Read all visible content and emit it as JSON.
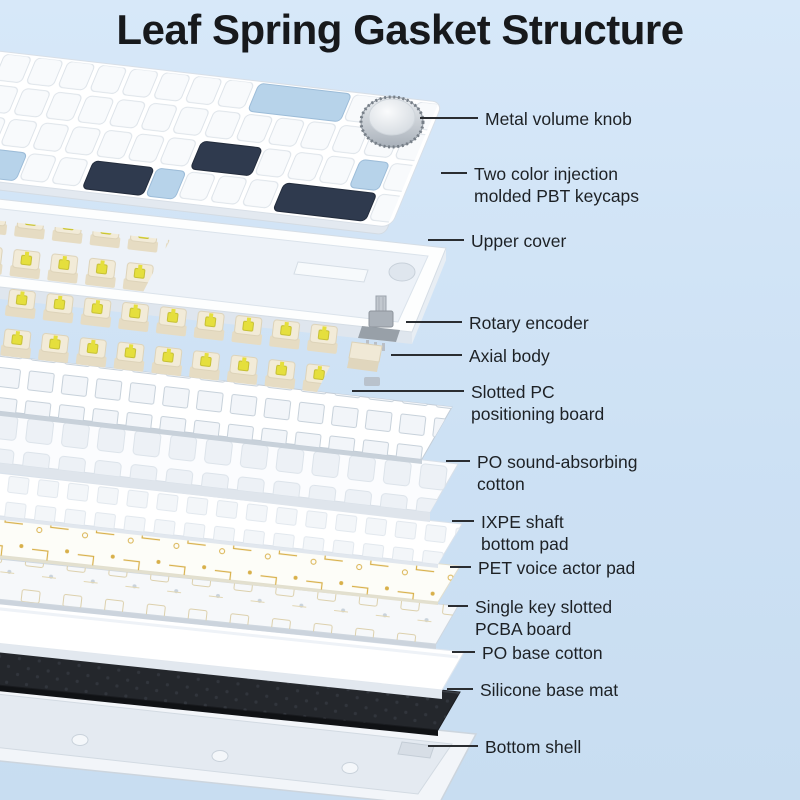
{
  "title": "Leaf Spring Gasket Structure",
  "labels": [
    {
      "text": "Metal volume knob"
    },
    {
      "text": "Two color injection\nmolded PBT keycaps"
    },
    {
      "text": "Upper cover"
    },
    {
      "text": "Rotary encoder"
    },
    {
      "text": "Axial body"
    },
    {
      "text": "Slotted PC\npositioning board"
    },
    {
      "text": "PO sound-absorbing\ncotton"
    },
    {
      "text": "IXPE shaft\nbottom pad"
    },
    {
      "text": "PET voice actor pad"
    },
    {
      "text": "Single key slotted\nPCBA board"
    },
    {
      "text": "PO base cotton"
    },
    {
      "text": "Silicone base mat"
    },
    {
      "text": "Bottom shell"
    }
  ],
  "colors": {
    "background": "#cde1f4",
    "title_text": "#17191c",
    "label_text": "#1d2125",
    "callout_line": "#2a2d31",
    "switch_yellow": "#e5df3d",
    "keycap_navy": "#2f3a4e",
    "keycap_blue": "#b7d3ea",
    "silicone_mat": "#24272c",
    "pet_trace_gold": "#d8b04a"
  }
}
